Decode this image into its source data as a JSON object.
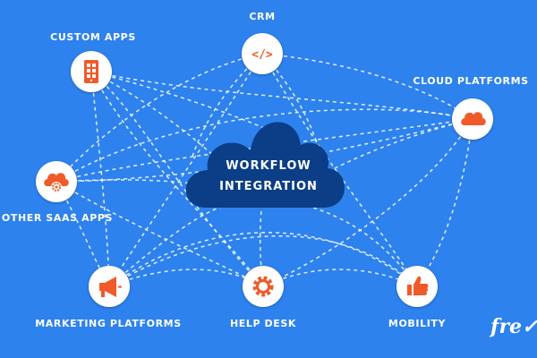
{
  "center": {
    "line1": "WORKFLOW",
    "line2": "INTEGRATION"
  },
  "nodes": {
    "crm": {
      "label": "CRM",
      "icon": "code-icon"
    },
    "custom_apps": {
      "label": "CUSTOM APPS",
      "icon": "smartphone-grid-icon"
    },
    "cloud_platforms": {
      "label": "CLOUD PLATFORMS",
      "icon": "cloud-icon"
    },
    "other_saas_apps": {
      "label": "OTHER SAAS APPS",
      "icon": "cloud-gear-icon"
    },
    "marketing_platforms": {
      "label": "MARKETING PLATFORMS",
      "icon": "megaphone-icon"
    },
    "help_desk": {
      "label": "HELP DESK",
      "icon": "gear-icon"
    },
    "mobility": {
      "label": "MOBILITY",
      "icon": "thumbs-up-icon"
    }
  },
  "logo": {
    "text": "fre✓"
  },
  "colors": {
    "background": "#2e82ee",
    "center_cloud": "#0b3e86",
    "icon_accent": "#f05a28",
    "lines": "#ffffff"
  }
}
